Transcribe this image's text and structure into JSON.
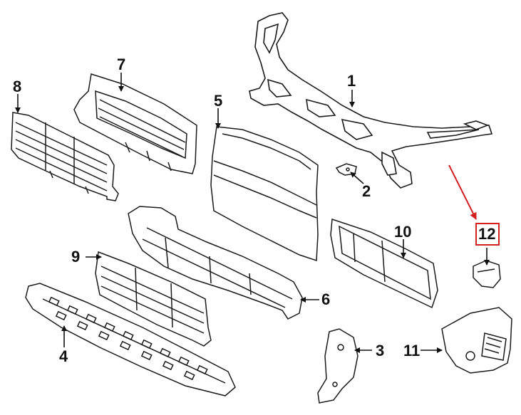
{
  "diagram": {
    "parts": [
      {
        "label": "1"
      },
      {
        "label": "2"
      },
      {
        "label": "3"
      },
      {
        "label": "4"
      },
      {
        "label": "5"
      },
      {
        "label": "6"
      },
      {
        "label": "7"
      },
      {
        "label": "8"
      },
      {
        "label": "9"
      },
      {
        "label": "10"
      },
      {
        "label": "11"
      },
      {
        "label": "12"
      }
    ],
    "highlight": {
      "label": "12",
      "color": "#d42020"
    },
    "line_color": "#1a1a1a"
  }
}
